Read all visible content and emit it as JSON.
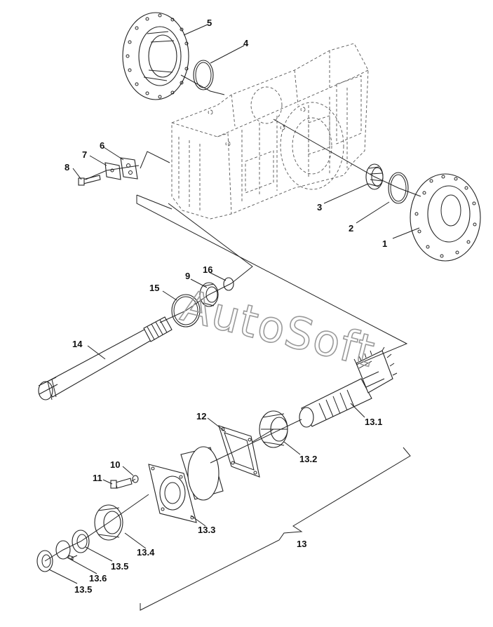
{
  "diagram": {
    "watermark": "AutoSoft",
    "labels": [
      {
        "id": "1",
        "text": "1"
      },
      {
        "id": "2",
        "text": "2"
      },
      {
        "id": "3",
        "text": "3"
      },
      {
        "id": "4",
        "text": "4"
      },
      {
        "id": "5",
        "text": "5"
      },
      {
        "id": "6",
        "text": "6"
      },
      {
        "id": "7",
        "text": "7"
      },
      {
        "id": "8",
        "text": "8"
      },
      {
        "id": "9",
        "text": "9"
      },
      {
        "id": "10",
        "text": "10"
      },
      {
        "id": "11",
        "text": "11"
      },
      {
        "id": "12",
        "text": "12"
      },
      {
        "id": "13",
        "text": "13"
      },
      {
        "id": "13_1",
        "text": "13.1"
      },
      {
        "id": "13_2",
        "text": "13.2"
      },
      {
        "id": "13_3",
        "text": "13.3"
      },
      {
        "id": "13_4",
        "text": "13.4"
      },
      {
        "id": "13_5a",
        "text": "13.5"
      },
      {
        "id": "13_6",
        "text": "13.6"
      },
      {
        "id": "13_5b",
        "text": "13.5"
      },
      {
        "id": "14",
        "text": "14"
      },
      {
        "id": "15",
        "text": "15"
      },
      {
        "id": "16",
        "text": "16"
      }
    ]
  }
}
